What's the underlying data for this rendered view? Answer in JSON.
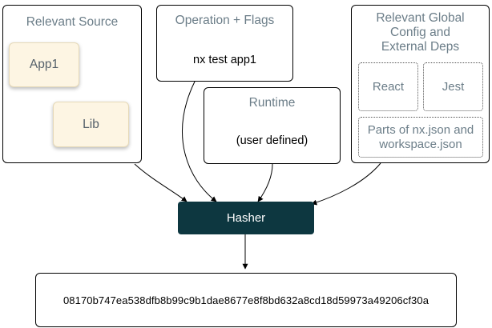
{
  "source": {
    "title": "Relevant Source",
    "nodes": [
      "App1",
      "Lib"
    ]
  },
  "operation": {
    "title": "Operation + Flags",
    "command": "nx test app1"
  },
  "runtime": {
    "title": "Runtime",
    "value": "(user defined)"
  },
  "global": {
    "title_lines": [
      "Relevant Global",
      "Config and",
      "External Deps"
    ],
    "deps": [
      "React",
      "Jest"
    ],
    "config_lines": [
      "Parts of nx.json and",
      "workspace.json"
    ]
  },
  "hasher": {
    "label": "Hasher"
  },
  "hash": {
    "value": "08170b747ea538dfb8b99c9b1dae8677e8f8bd632a8cd18d59973a49206cf30a"
  },
  "colors": {
    "hasher_bg": "#0d3740",
    "node_bg": "#fdf5e3",
    "title_text": "#6b7d88"
  }
}
